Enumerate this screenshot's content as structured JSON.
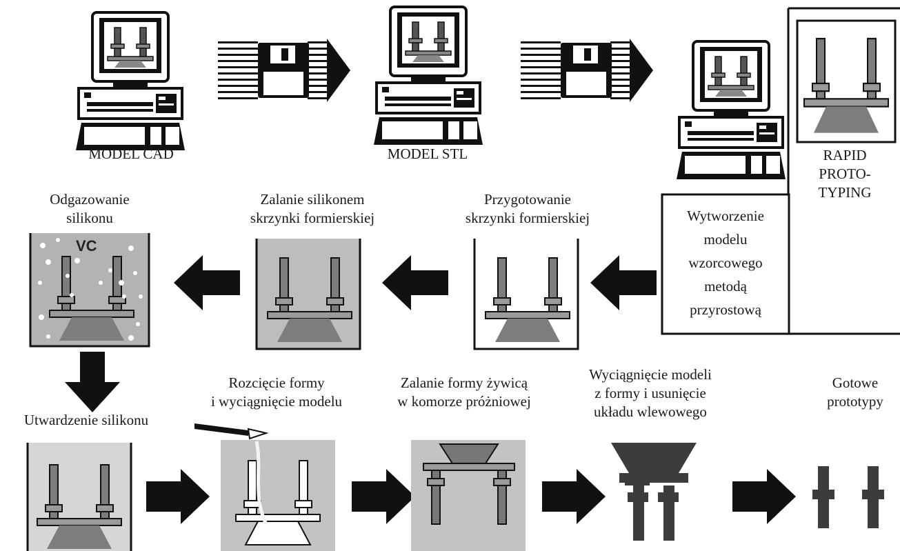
{
  "labels": {
    "model_cad": "MODEL CAD",
    "model_stl": "MODEL STL",
    "rapid_prototyping": [
      "RAPID",
      "PROTO-",
      "TYPING"
    ],
    "wytworzenie": [
      "Wytworzenie",
      "modelu",
      "wzorcowego",
      "metodą",
      "przyrostową"
    ],
    "przygotowanie": [
      "Przygotowanie",
      "skrzynki formierskiej"
    ],
    "zalanie_silikonem": [
      "Zalanie silikonem",
      "skrzynki formierskiej"
    ],
    "odgazowanie": [
      "Odgazowanie",
      "silikonu"
    ],
    "vc": "VC",
    "utwardzenie": "Utwardzenie silikonu",
    "rozciecie": [
      "Rozcięcie formy",
      "i wyciągnięcie modelu"
    ],
    "zalanie_zywica": [
      "Zalanie formy żywicą",
      "w komorze próżniowej"
    ],
    "wyciagniecie": [
      "Wyciągnięcie modeli",
      "z formy i usunięcie",
      "układu wlewowego"
    ],
    "gotowe": [
      "Gotowe",
      "prototypy"
    ]
  },
  "colors": {
    "black": "#111111",
    "dark_gray": "#3c3c3c",
    "mid_gray": "#808080",
    "light_gray": "#bdbdbd",
    "pale_gray": "#d9d9d9",
    "white": "#ffffff"
  },
  "icons": [
    "computer-icon",
    "floppy-disk-icon",
    "arrow-right-icon",
    "arrow-left-icon",
    "arrow-down-icon",
    "pattern-model-icon",
    "scalpel-icon"
  ]
}
